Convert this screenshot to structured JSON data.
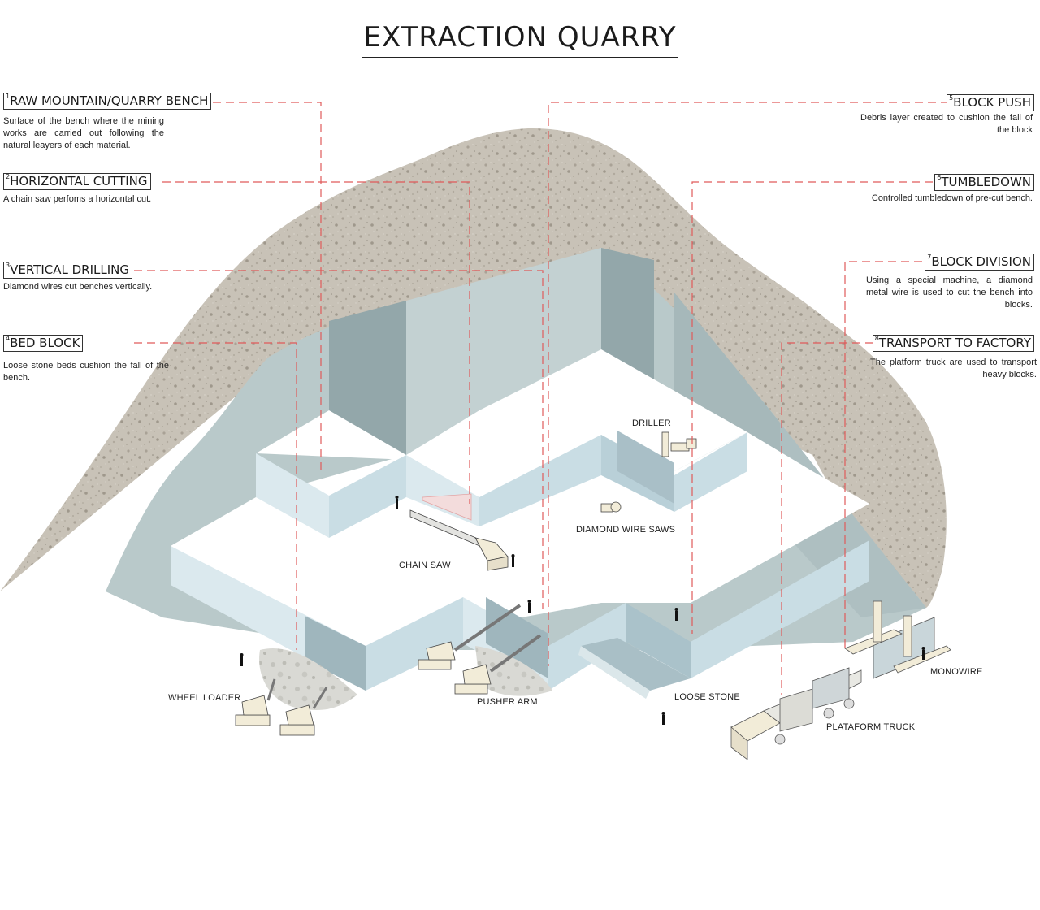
{
  "title": "EXTRACTION QUARRY",
  "steps": [
    {
      "num": "1",
      "heading": "RAW MOUNTAIN/QUARRY BENCH",
      "description": "Surface of the bench where the mining works are carried out following the natural leayers of each material."
    },
    {
      "num": "2",
      "heading": "HORIZONTAL CUTTING",
      "description": "A chain saw perfoms a horizontal cut."
    },
    {
      "num": "3",
      "heading": "VERTICAL DRILLING",
      "description": "Diamond wires cut benches vertically."
    },
    {
      "num": "4",
      "heading": "BED BLOCK",
      "description": "Loose stone beds cushion the fall of the bench."
    },
    {
      "num": "5",
      "heading": "BLOCK PUSH",
      "description": "Debris layer created to cushion the fall of the block"
    },
    {
      "num": "6",
      "heading": "TUMBLEDOWN",
      "description": "Controlled tumbledown of pre-cut bench."
    },
    {
      "num": "7",
      "heading": "BLOCK DIVISION",
      "description": "Using a special machine, a diamond metal wire is used to cut the bench into blocks."
    },
    {
      "num": "8",
      "heading": "TRANSPORT TO FACTORY",
      "description": "The platform truck are used to transport heavy blocks."
    }
  ],
  "labels": {
    "driller": "DRILLER",
    "diamond_wire_saws": "DIAMOND WIRE SAWS",
    "chain_saw": "CHAIN SAW",
    "wheel_loader": "WHEEL LOADER",
    "pusher_arm": "PUSHER ARM",
    "loose_stone": "LOOSE STONE",
    "plataform_truck": "PLATAFORM TRUCK",
    "monowire": "MONOWIRE"
  },
  "colors": {
    "rock": "#c7c1b6",
    "marble_face": "#b4c7c9",
    "bench_front": "#dbe9ee",
    "bench_side": "#c9dde4",
    "leader_line": "#e05a5a",
    "machinery": "#f2ecd8"
  }
}
